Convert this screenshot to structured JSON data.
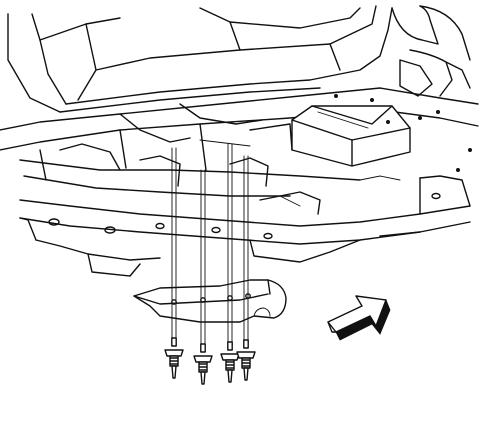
{
  "diagram": {
    "subject": "floor-pan-rivet-installation",
    "components": [
      "vehicle-floor-underbody",
      "reinforcement-plate",
      "rivets",
      "direction-arrow"
    ],
    "rivet_count": 4,
    "icons": {
      "arrow": "front-direction-arrow-icon",
      "rivet": "blind-rivet-icon"
    },
    "colors": {
      "line": "#111111",
      "background": "#ffffff"
    }
  }
}
